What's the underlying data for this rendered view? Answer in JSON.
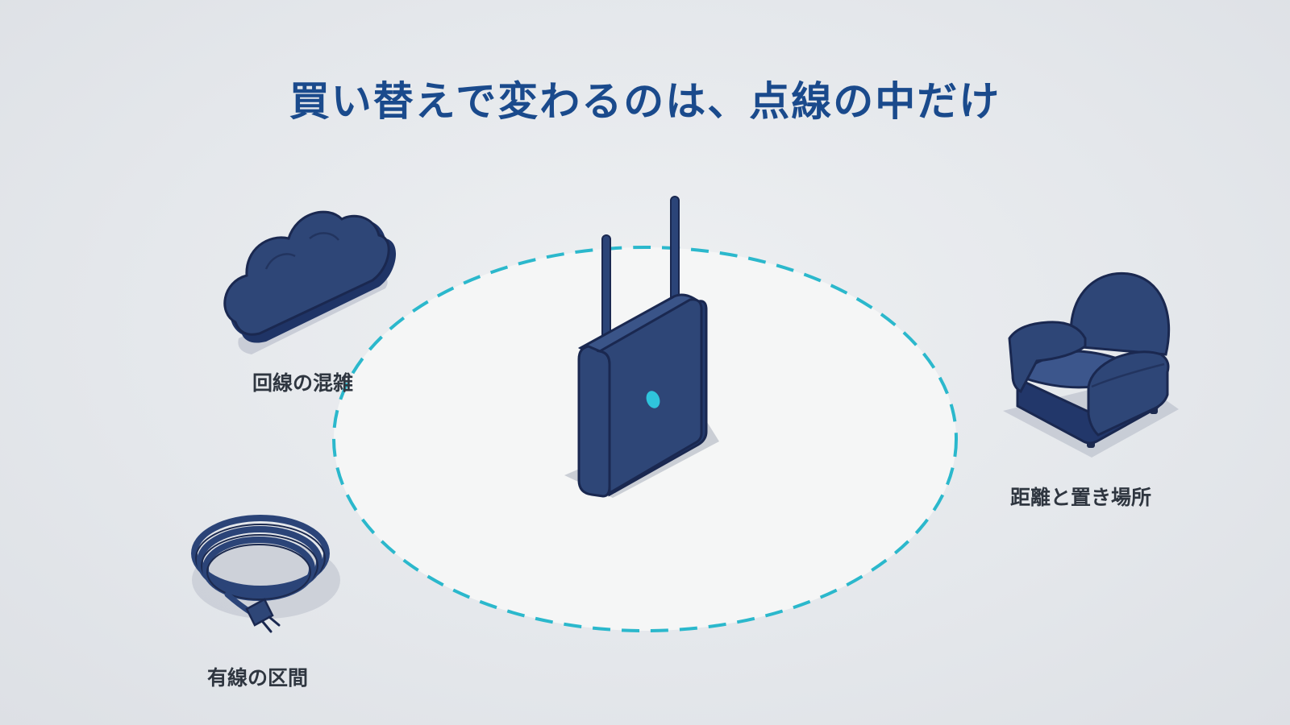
{
  "title": "買い替えで変わるのは、点線の中だけ",
  "labels": {
    "congestion": "回線の混雑",
    "distance": "距離と置き場所",
    "wired": "有線の区間"
  },
  "icons": {
    "cloud": "cloud-icon",
    "router": "wifi-router-icon",
    "armchair": "armchair-icon",
    "cable": "coiled-cable-icon"
  },
  "colors": {
    "title": "#1a4a8c",
    "navy": "#2b4478",
    "navy_dark": "#1c2a4f",
    "dashed_ring": "#2bb8cc",
    "router_led": "#2fc4dc",
    "zone_fill": "#f5f6f6",
    "label": "#2f3640"
  }
}
